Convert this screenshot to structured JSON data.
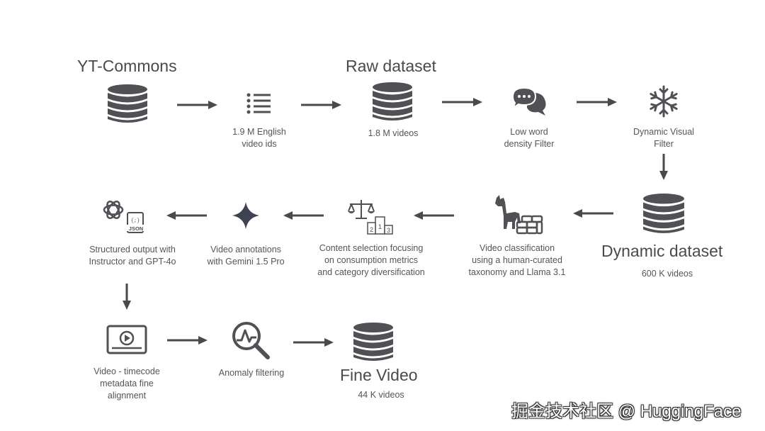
{
  "nodes": {
    "yt_commons": {
      "title": "YT-Commons"
    },
    "english_ids": {
      "caption": [
        "1.9 M English",
        "video ids"
      ]
    },
    "raw_dataset": {
      "title": "Raw dataset",
      "caption": "1.8 M videos"
    },
    "word_density": {
      "caption": [
        "Low word",
        "density Filter"
      ]
    },
    "dynamic_visual": {
      "caption": [
        "Dynamic Visual",
        "Filter"
      ]
    },
    "dynamic_dataset": {
      "title": "Dynamic dataset",
      "caption": "600 K videos"
    },
    "classification": {
      "caption": [
        "Video classification",
        "using a human-curated",
        "taxonomy and Llama 3.1"
      ]
    },
    "content_selection": {
      "caption": [
        "Content selection focusing",
        "on consumption metrics",
        "and category diversification"
      ]
    },
    "annotations": {
      "caption": [
        "Video annotations",
        "with Gemini 1.5 Pro"
      ]
    },
    "structured_output": {
      "caption": [
        "Structured output with",
        "Instructor and GPT-4o"
      ],
      "badge": "JSON",
      "badge_code": "{;}"
    },
    "timecode": {
      "caption": [
        "Video - timecode",
        "metadata fine",
        "alignment"
      ]
    },
    "anomaly": {
      "caption": "Anomaly filtering"
    },
    "fine_video": {
      "title": "Fine Video",
      "caption": "44 K videos"
    }
  },
  "podium": {
    "first": "1",
    "second": "2",
    "third": "3"
  },
  "watermark": "掘金技术社区 @ HuggingFace",
  "colors": {
    "icon": "#505055",
    "arrow": "#4a4a4a",
    "text": "#555555"
  }
}
